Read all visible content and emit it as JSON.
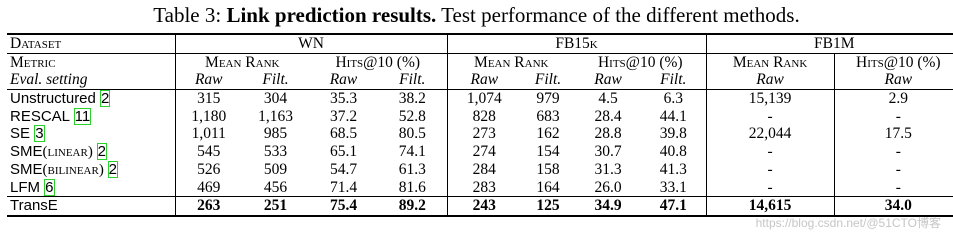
{
  "caption": {
    "prefix": "Table 3: ",
    "bold": "Link prediction results.",
    "rest": " Test performance of the different methods."
  },
  "header": {
    "dataset_label": "Dataset",
    "metric_label": "Metric",
    "eval_label": "Eval. setting",
    "datasets": [
      "WN",
      "FB15k",
      "FB1M"
    ],
    "metrics": [
      "Mean Rank",
      "Hits@10 (%)",
      "Mean Rank",
      "Hits@10 (%)",
      "Mean Rank",
      "Hits@10 (%)"
    ],
    "settings": [
      "Raw",
      "Filt.",
      "Raw",
      "Filt.",
      "Raw",
      "Filt.",
      "Raw",
      "Filt.",
      "Raw",
      "Raw"
    ]
  },
  "rows": [
    {
      "method": "Unstructured ",
      "ref": "2",
      "cells": [
        "315",
        "304",
        "35.3",
        "38.2",
        "1,074",
        "979",
        "4.5",
        "6.3",
        "15,139",
        "2.9"
      ]
    },
    {
      "method": "RESCAL ",
      "ref": "11",
      "cells": [
        "1,180",
        "1,163",
        "37.2",
        "52.8",
        "828",
        "683",
        "28.4",
        "44.1",
        "-",
        "-"
      ]
    },
    {
      "method": "SE ",
      "ref": "3",
      "cells": [
        "1,011",
        "985",
        "68.5",
        "80.5",
        "273",
        "162",
        "28.8",
        "39.8",
        "22,044",
        "17.5"
      ]
    },
    {
      "method": "SME",
      "suffix": "(linear) ",
      "ref": "2",
      "cells": [
        "545",
        "533",
        "65.1",
        "74.1",
        "274",
        "154",
        "30.7",
        "40.8",
        "-",
        "-"
      ]
    },
    {
      "method": "SME",
      "suffix": "(bilinear) ",
      "ref": "2",
      "cells": [
        "526",
        "509",
        "54.7",
        "61.3",
        "284",
        "158",
        "31.3",
        "41.3",
        "-",
        "-"
      ]
    },
    {
      "method": "LFM ",
      "ref": "6",
      "cells": [
        "469",
        "456",
        "71.4",
        "81.6",
        "283",
        "164",
        "26.0",
        "33.1",
        "-",
        "-"
      ]
    }
  ],
  "transe": {
    "method": "TransE",
    "cells": [
      "263",
      "251",
      "75.4",
      "89.2",
      "243",
      "125",
      "34.9",
      "47.1",
      "14,615",
      "34.0"
    ]
  },
  "watermark": "https://blog.csdn.net/@51CTO博客"
}
